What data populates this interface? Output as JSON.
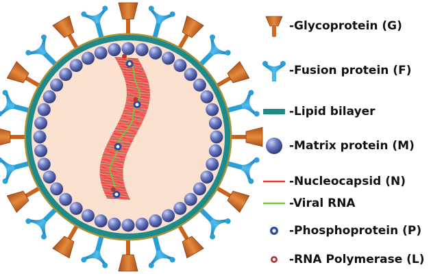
{
  "diagram": {
    "glycoprotein_color": "#d2691e",
    "fusion_color": "#2a9fd6",
    "lipid_color": "#1f8a8a",
    "lipid_outer_color": "#9b8a2c",
    "matrix_color": "#5f6fb8",
    "interior_color": "#fbe1cf",
    "nucleocapsid_color": "#e0322e",
    "rna_color": "#7ac143",
    "phospho_color": "#2e4f9a",
    "polymerase_color": "#b0383a"
  },
  "legend": {
    "items": [
      {
        "icon": "glycoprotein-icon",
        "label": "-Glycoprotein (G)"
      },
      {
        "icon": "fusion-protein-icon",
        "label": "-Fusion protein (F)"
      },
      {
        "icon": "lipid-bilayer-icon",
        "label": "-Lipid bilayer"
      },
      {
        "icon": "matrix-protein-icon",
        "label": "-Matrix protein (M)"
      },
      {
        "icon": "nucleocapsid-icon",
        "label": "-Nucleocapsid (N)"
      },
      {
        "icon": "viral-rna-icon",
        "label": "-Viral RNA"
      },
      {
        "icon": "phosphoprotein-icon",
        "label": "-Phosphoprotein (P)"
      },
      {
        "icon": "rna-polymerase-icon",
        "label": "-RNA Polymerase (L)"
      }
    ]
  }
}
